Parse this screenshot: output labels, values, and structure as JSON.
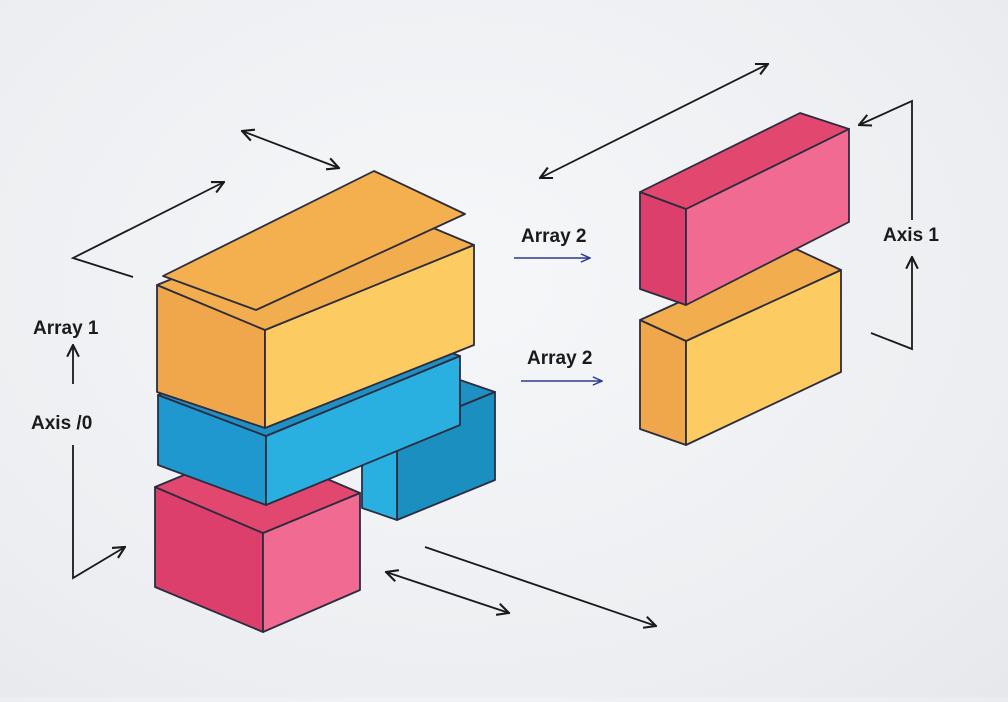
{
  "labels": {
    "array_1": "Array 1",
    "axis_0": "Axis /0",
    "array_2_top": "Array 2",
    "array_2_bottom": "Array 2",
    "axis_1": "Axis 1"
  },
  "colors": {
    "background": "#eceef1",
    "outline": "#2c2c3e",
    "arrow_dark": "#1a1a1a",
    "arrow_blue": "#2d3a8c",
    "yellow_top": "#f2ad4e",
    "yellow_front": "#fccb62",
    "yellow_side": "#f0a64a",
    "blue_top": "#1f8fc4",
    "blue_front": "#2ab0e0",
    "blue_side": "#1a8fc0",
    "pink_top": "#e2486f",
    "pink_front": "#f06a92",
    "pink_side": "#dc3f6c"
  }
}
